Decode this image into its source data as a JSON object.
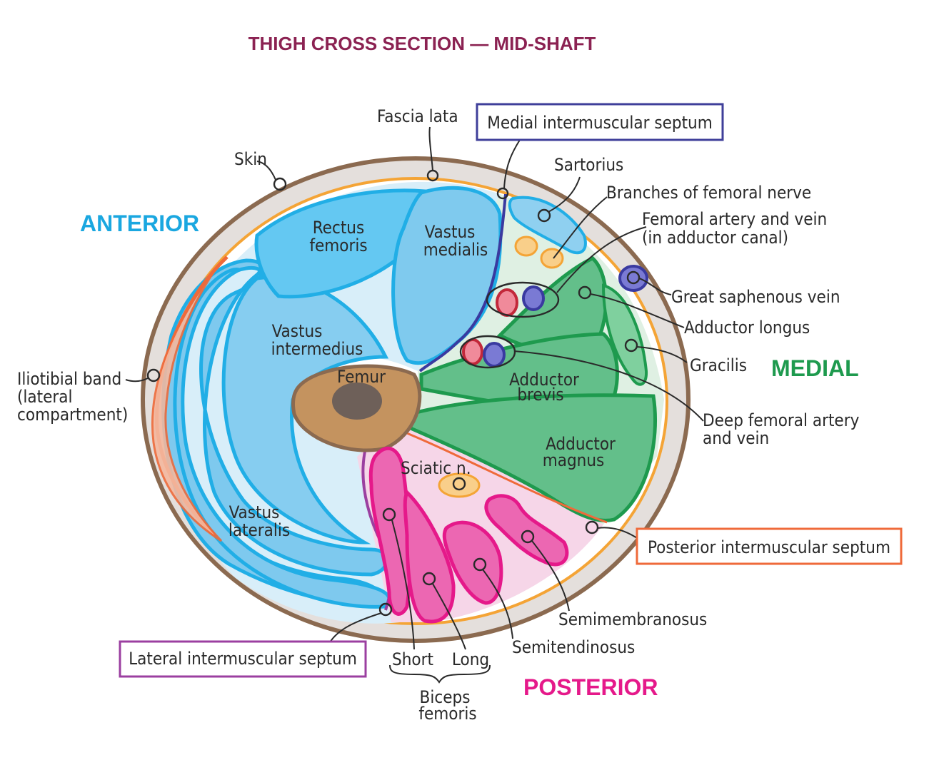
{
  "title": "THIGH CROSS SECTION — MID-SHAFT",
  "orientation": {
    "anterior": "ANTERIOR",
    "medial": "MEDIAL",
    "posterior": "POSTERIOR"
  },
  "labels": {
    "fascia_lata": "Fascia lata",
    "medial_septum": "Medial intermuscular septum",
    "skin": "Skin",
    "sartorius": "Sartorius",
    "branches_femoral_nerve": "Branches of femoral nerve",
    "femoral_artery_vein_1": "Femoral artery and vein",
    "femoral_artery_vein_2": "(in adductor canal)",
    "rectus_femoris_1": "Rectus",
    "rectus_femoris_2": "femoris",
    "vastus_medialis_1": "Vastus",
    "vastus_medialis_2": "medialis",
    "great_saphenous_vein": "Great saphenous vein",
    "adductor_longus": "Adductor longus",
    "vastus_intermedius_1": "Vastus",
    "vastus_intermedius_2": "intermedius",
    "gracilis": "Gracilis",
    "iliotibial_1": "Iliotibial band",
    "iliotibial_2": "(lateral",
    "iliotibial_3": "compartment)",
    "femur": "Femur",
    "adductor_brevis_1": "Adductor",
    "adductor_brevis_2": "brevis",
    "deep_femoral_1": "Deep femoral artery",
    "deep_femoral_2": "and vein",
    "adductor_magnus_1": "Adductor",
    "adductor_magnus_2": "magnus",
    "sciatic": "Sciatic n.",
    "posterior_septum": "Posterior intermuscular septum",
    "vastus_lateralis_1": "Vastus",
    "vastus_lateralis_2": "lateralis",
    "semimembranosus": "Semimembranosus",
    "semitendinosus": "Semitendinosus",
    "lateral_septum": "Lateral intermuscular septum",
    "short": "Short",
    "long": "Long",
    "biceps_1": "Biceps",
    "biceps_2": "femoris"
  },
  "colors": {
    "title": "#8b2252",
    "anterior": "#1aa7e0",
    "medial": "#1e9a4e",
    "posterior": "#e5198a",
    "medial_box": "#3f3f9a",
    "posterior_box": "#ef6a3a",
    "lateral_box": "#9b3fa0"
  }
}
